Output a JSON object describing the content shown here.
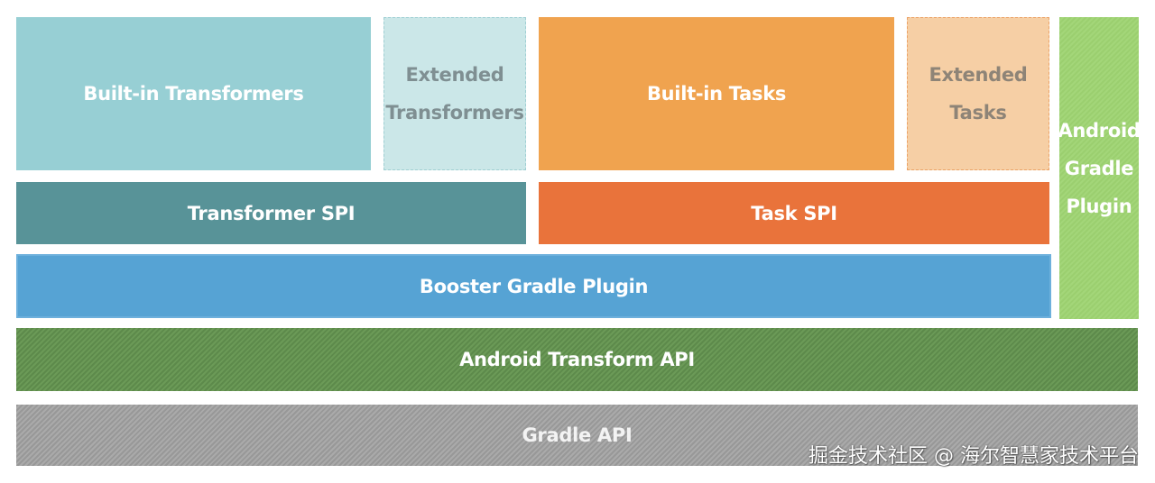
{
  "blocks": {
    "builtin_transformers": "Built-in Transformers",
    "extended_transformers": [
      "Extended",
      "Transformers"
    ],
    "builtin_tasks": "Built-in Tasks",
    "extended_tasks": "Extended Tasks",
    "android_gradle_plugin": [
      "Android",
      "Gradle",
      "Plugin"
    ],
    "transformer_spi": "Transformer SPI",
    "task_spi": "Task SPI",
    "booster_gradle_plugin": "Booster Gradle Plugin",
    "android_transform_api": "Android Transform API",
    "gradle_api": "Gradle API"
  },
  "watermark": "掘金技术社区 @ 海尔智慧家技术平台",
  "colors": {
    "builtin_transformers": "#97cfd4",
    "extended_transformers": "#cbe7e8",
    "builtin_tasks": "#f0a34f",
    "extended_tasks": "#f6cfa5",
    "android_gradle_plugin": "#9bcf6f",
    "transformer_spi": "#589398",
    "task_spi": "#e9733b",
    "booster_gradle_plugin": "#56a3d4",
    "android_transform_api": "#5d8a4b",
    "gradle_api": "#989898"
  }
}
